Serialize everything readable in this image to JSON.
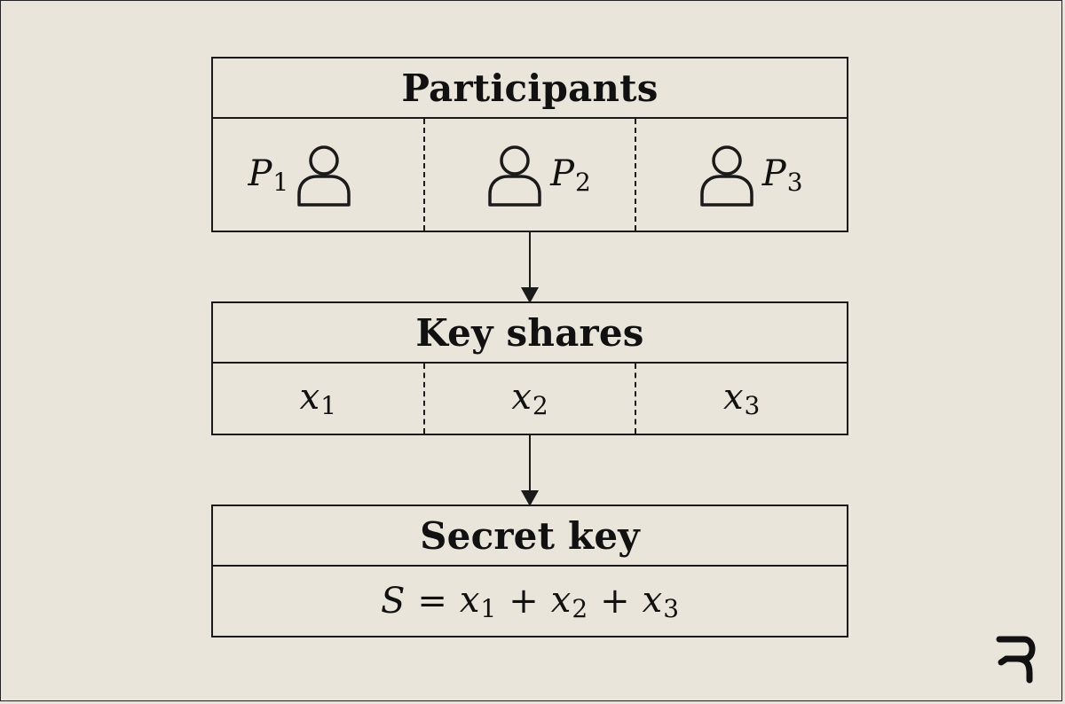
{
  "participants": {
    "title": "Participants",
    "items": [
      {
        "letter": "P",
        "sub": "1"
      },
      {
        "letter": "P",
        "sub": "2"
      },
      {
        "letter": "P",
        "sub": "3"
      }
    ]
  },
  "key_shares": {
    "title": "Key shares",
    "items": [
      {
        "letter": "x",
        "sub": "1"
      },
      {
        "letter": "x",
        "sub": "2"
      },
      {
        "letter": "x",
        "sub": "3"
      }
    ]
  },
  "secret_key": {
    "title": "Secret key",
    "formula": {
      "lhs": "S",
      "equals": "=",
      "plus": "+",
      "terms": [
        {
          "letter": "x",
          "sub": "1"
        },
        {
          "letter": "x",
          "sub": "2"
        },
        {
          "letter": "x",
          "sub": "3"
        }
      ]
    }
  },
  "icons": {
    "participant": "person-outline-icon",
    "logo": "brand-logo-icon"
  },
  "colors": {
    "background": "#e9e5da",
    "stroke": "#1a1a1a"
  }
}
